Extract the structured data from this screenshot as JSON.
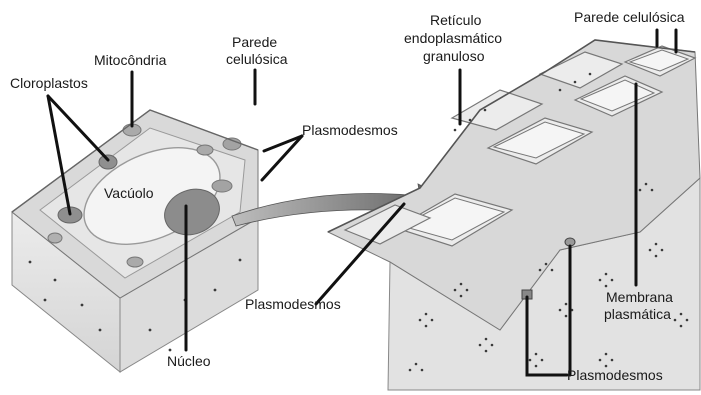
{
  "labels": {
    "cloroplastos": "Cloroplastos",
    "mitocondria": "Mitocôndria",
    "parede_left_1": "Parede",
    "parede_left_2": "celulósica",
    "plasmodesmos_top": "Plasmodesmos",
    "vacuolo": "Vacúolo",
    "nucleo": "Núcleo",
    "plasmodesmos_mid": "Plasmodesmos",
    "reticulo_1": "Retículo",
    "reticulo_2": "endoplasmático",
    "reticulo_3": "granuloso",
    "parede_right": "Parede celulósica",
    "membrana_1": "Membrana",
    "membrana_2": "plasmática",
    "plasmodesmos_bottom": "Plasmodesmos"
  },
  "colors": {
    "wall": "#d9d9d9",
    "vacuole": "#f2f2f2",
    "organelle": "#9a9a9a",
    "nucleus": "#8a8a8a",
    "arrow": "#6e6e6e"
  }
}
